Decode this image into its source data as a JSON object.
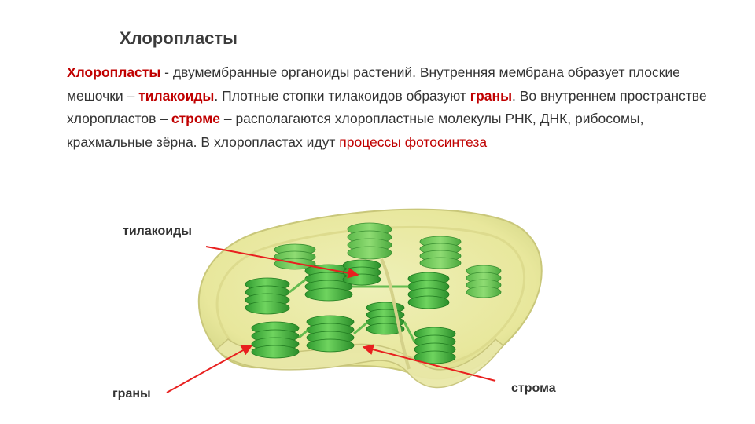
{
  "title": "Хлоропласты",
  "paragraph": {
    "term": "Хлоропласты",
    "t1": " - двумембранные органоиды растений. Внутренняя мембрана образует плоские мешочки – ",
    "thylakoids": "тилакоиды",
    "t2": ". Плотные стопки тилакоидов образуют ",
    "grana": "граны",
    "t3": ". Во внутреннем пространстве хлоропластов – ",
    "stroma": "строме",
    "t4": " – располагаются хлоропластные молекулы РНК, ДНК, рибосомы, крахмальные зёрна. В хлоропластах идут ",
    "processes": "процессы фотосинтеза"
  },
  "labels": {
    "thylakoids": "тилакоиды",
    "grana": "граны",
    "stroma": "строма"
  },
  "colors": {
    "accent_red": "#c00000",
    "arrow_red": "#e8201f",
    "grana_green": "#3fae3a",
    "membrane_yellow": "#f1efb0"
  }
}
